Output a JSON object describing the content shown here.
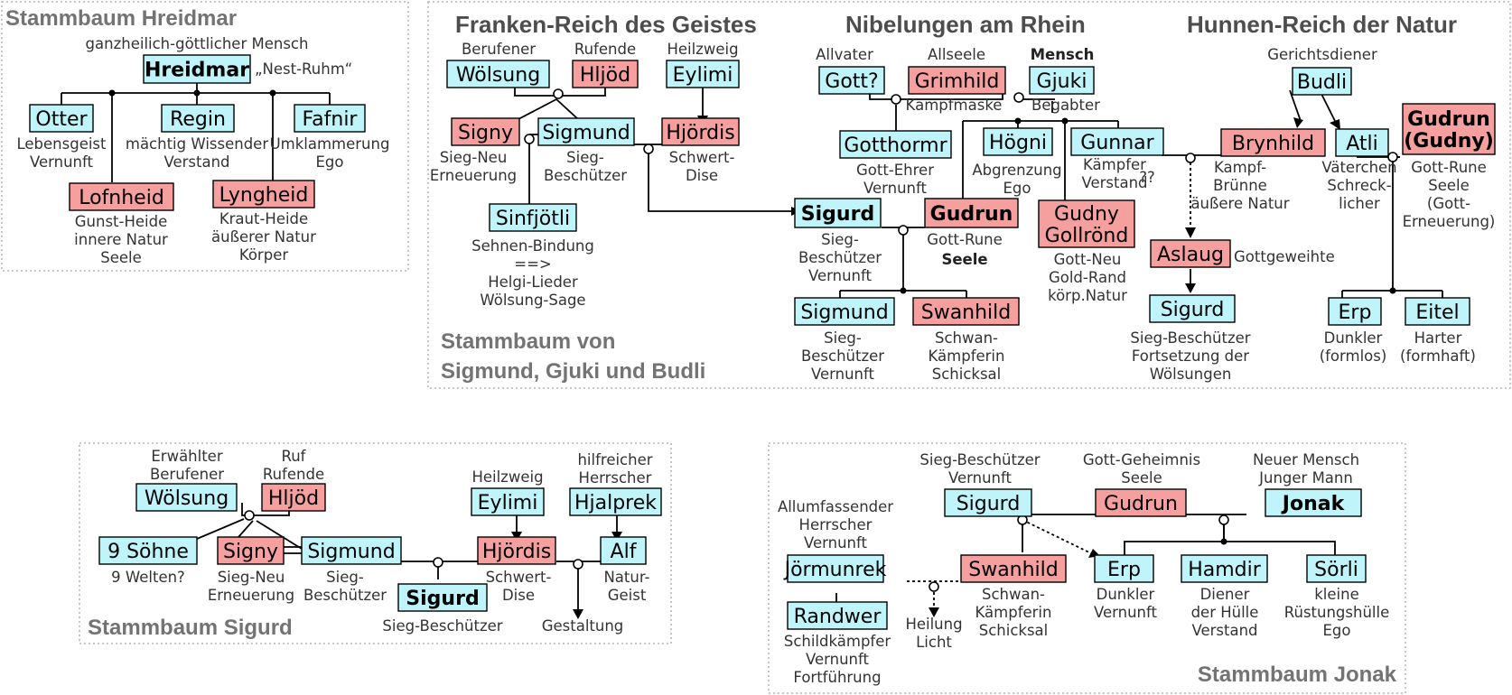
{
  "titles": {
    "hreidmar": "Stammbaum Hreidmar",
    "sigmund_1": "Stammbaum von",
    "sigmund_2": "Sigmund, Gjuki und Budli",
    "sigurd": "Stammbaum Sigurd",
    "jonak": "Stammbaum Jonak"
  },
  "sections": [
    "Franken-Reich des Geistes",
    "Nibelungen am Rhein",
    "Hunnen-Reich der Natur"
  ],
  "nodes": [
    {
      "id": "hreidmar",
      "label": "Hreidmar",
      "color": "blue",
      "bold": true
    },
    {
      "id": "otter",
      "label": "Otter",
      "color": "blue"
    },
    {
      "id": "regin",
      "label": "Regin",
      "color": "blue"
    },
    {
      "id": "fafnir",
      "label": "Fafnir",
      "color": "blue"
    },
    {
      "id": "lofnheid",
      "label": "Lofnheid",
      "color": "red"
    },
    {
      "id": "lyngheid",
      "label": "Lyngheid",
      "color": "red"
    },
    {
      "id": "wolsung1",
      "label": "Wölsung",
      "color": "blue"
    },
    {
      "id": "hljod1",
      "label": "Hljöd",
      "color": "red"
    },
    {
      "id": "eylimi1",
      "label": "Eylimi",
      "color": "blue"
    },
    {
      "id": "signy1",
      "label": "Signy",
      "color": "red"
    },
    {
      "id": "sigmund1",
      "label": "Sigmund",
      "color": "blue"
    },
    {
      "id": "hjordis1",
      "label": "Hjördis",
      "color": "red"
    },
    {
      "id": "sinfjotli",
      "label": "Sinfjötli",
      "color": "blue"
    },
    {
      "id": "gott",
      "label": "Gott?",
      "color": "blue"
    },
    {
      "id": "grimhild",
      "label": "Grimhild",
      "color": "red"
    },
    {
      "id": "gjuki",
      "label": "Gjuki",
      "color": "blue"
    },
    {
      "id": "gotthormr",
      "label": "Gotthormr",
      "color": "blue"
    },
    {
      "id": "hogni",
      "label": "Högni",
      "color": "blue"
    },
    {
      "id": "gunnar",
      "label": "Gunnar",
      "color": "blue"
    },
    {
      "id": "sigurd1",
      "label": "Sigurd",
      "color": "blue",
      "bold": true
    },
    {
      "id": "gudrun1",
      "label": "Gudrun",
      "color": "red",
      "bold": true
    },
    {
      "id": "gudny",
      "label": [
        "Gudny",
        "Gollrönd"
      ],
      "color": "red"
    },
    {
      "id": "sigmund2",
      "label": "Sigmund",
      "color": "blue"
    },
    {
      "id": "swanhild1",
      "label": "Swanhild",
      "color": "red"
    },
    {
      "id": "budli",
      "label": "Budli",
      "color": "blue"
    },
    {
      "id": "brynhild",
      "label": "Brynhild",
      "color": "red"
    },
    {
      "id": "atli",
      "label": "Atli",
      "color": "blue"
    },
    {
      "id": "gudrun2",
      "label": [
        "Gudrun",
        "(Gudny)"
      ],
      "color": "red",
      "bold": true
    },
    {
      "id": "aslaug",
      "label": "Aslaug",
      "color": "red"
    },
    {
      "id": "sigurd2",
      "label": "Sigurd",
      "color": "blue"
    },
    {
      "id": "erp1",
      "label": "Erp",
      "color": "blue"
    },
    {
      "id": "eitel",
      "label": "Eitel",
      "color": "blue"
    },
    {
      "id": "wolsung2",
      "label": "Wölsung",
      "color": "blue"
    },
    {
      "id": "hljod2",
      "label": "Hljöd",
      "color": "red"
    },
    {
      "id": "eylimi2",
      "label": "Eylimi",
      "color": "blue"
    },
    {
      "id": "hjalprek",
      "label": "Hjalprek",
      "color": "blue"
    },
    {
      "id": "sohne",
      "label": "9 Söhne",
      "color": "blue"
    },
    {
      "id": "signy2",
      "label": "Signy",
      "color": "red"
    },
    {
      "id": "sigmund3",
      "label": "Sigmund",
      "color": "blue"
    },
    {
      "id": "hjordis2",
      "label": "Hjördis",
      "color": "red"
    },
    {
      "id": "alf",
      "label": "Alf",
      "color": "blue"
    },
    {
      "id": "sigurd3",
      "label": "Sigurd",
      "color": "blue",
      "bold": true
    },
    {
      "id": "sigurd4",
      "label": "Sigurd",
      "color": "blue"
    },
    {
      "id": "gudrun3",
      "label": "Gudrun",
      "color": "red"
    },
    {
      "id": "jonak",
      "label": "Jonak",
      "color": "blue",
      "bold": true
    },
    {
      "id": "jormunrek",
      "label": "Jörmunrek",
      "color": "blue"
    },
    {
      "id": "swanhild2",
      "label": "Swanhild",
      "color": "red"
    },
    {
      "id": "erp2",
      "label": "Erp",
      "color": "blue"
    },
    {
      "id": "hamdir",
      "label": "Hamdir",
      "color": "blue"
    },
    {
      "id": "sorli",
      "label": "Sörli",
      "color": "blue"
    },
    {
      "id": "randwer",
      "label": "Randwer",
      "color": "blue"
    }
  ],
  "captions": [
    {
      "id": "hreidmar_top",
      "text": "ganzheilich-göttlicher Mensch"
    },
    {
      "id": "nest_ruhm",
      "text": "„Nest-Ruhm“"
    },
    {
      "id": "otter_c",
      "text": [
        "Lebensgeist",
        "Vernunft"
      ]
    },
    {
      "id": "regin_c",
      "text": [
        "mächtig Wissender",
        "Verstand"
      ]
    },
    {
      "id": "fafnir_c",
      "text": [
        "Umklammerung",
        "Ego"
      ]
    },
    {
      "id": "lofnheid_c",
      "text": [
        "Gunst-Heide",
        "innere Natur",
        "Seele"
      ]
    },
    {
      "id": "lyngheid_c",
      "text": [
        "Kraut-Heide",
        "äußerer Natur",
        "Körper"
      ]
    },
    {
      "id": "wolsung1_t",
      "text": "Berufener"
    },
    {
      "id": "hljod1_t",
      "text": "Rufende"
    },
    {
      "id": "eylimi1_t",
      "text": "Heilzweig"
    },
    {
      "id": "signy1_c",
      "text": [
        "Sieg-Neu",
        "Erneuerung"
      ]
    },
    {
      "id": "sigmund1_c",
      "text": [
        "Sieg-",
        "Beschützer"
      ]
    },
    {
      "id": "hjordis1_c",
      "text": [
        "Schwert-",
        "Dise"
      ]
    },
    {
      "id": "sinfjotli_c",
      "text": [
        "Sehnen-Bindung",
        "==>",
        "Helgi-Lieder",
        "Wölsung-Sage"
      ]
    },
    {
      "id": "gott_t",
      "text": "Allvater"
    },
    {
      "id": "grimhild_t",
      "text": "Allseele"
    },
    {
      "id": "gjuki_t",
      "text": "Mensch",
      "bold": true
    },
    {
      "id": "kampfmaske",
      "text": "Kampfmaske"
    },
    {
      "id": "begabter",
      "text": "Begabter"
    },
    {
      "id": "gotthormr_c",
      "text": [
        "Gott-Ehrer",
        "Vernunft"
      ]
    },
    {
      "id": "hogni_c",
      "text": [
        "Abgrenzung",
        "Ego"
      ]
    },
    {
      "id": "gunnar_c",
      "text": [
        "Kämpfer",
        "Verstand"
      ]
    },
    {
      "id": "sigurd1_c",
      "text": [
        "Sieg-",
        "Beschützer",
        "Vernunft"
      ]
    },
    {
      "id": "gudrun1_c1",
      "text": "Gott-Rune"
    },
    {
      "id": "gudrun1_c2",
      "text": "Seele",
      "bold": true
    },
    {
      "id": "gudny_c",
      "text": [
        "Gott-Neu",
        "Gold-Rand",
        "körp.Natur"
      ]
    },
    {
      "id": "sigmund2_c",
      "text": [
        "Sieg-",
        "Beschützer",
        "Vernunft"
      ]
    },
    {
      "id": "swanhild1_c",
      "text": [
        "Schwan-",
        "Kämpferin",
        "Schicksal"
      ]
    },
    {
      "id": "question",
      "text": "??"
    },
    {
      "id": "budli_t",
      "text": "Gerichtsdiener"
    },
    {
      "id": "brynhild_c",
      "text": [
        "Kampf-",
        "Brünne",
        "äußere Natur"
      ]
    },
    {
      "id": "atli_c",
      "text": [
        "Väterchen",
        "Schreck-",
        "licher"
      ]
    },
    {
      "id": "gudrun2_c",
      "text": [
        "Gott-Rune",
        "Seele",
        "(Gott-",
        "Erneuerung)"
      ]
    },
    {
      "id": "aslaug_c",
      "text": "Gottgeweihte"
    },
    {
      "id": "sigurd2_c",
      "text": [
        "Sieg-Beschützer",
        "Fortsetzung der",
        "Wölsungen"
      ]
    },
    {
      "id": "erp1_c",
      "text": [
        "Dunkler",
        "(formlos)"
      ]
    },
    {
      "id": "eitel_c",
      "text": [
        "Harter",
        "(formhaft)"
      ]
    },
    {
      "id": "wolsung2_t",
      "text": [
        "Erwählter",
        "Berufener"
      ]
    },
    {
      "id": "hljod2_t",
      "text": [
        "Ruf",
        "Rufende"
      ]
    },
    {
      "id": "eylimi2_t",
      "text": "Heilzweig"
    },
    {
      "id": "hjalprek_t",
      "text": [
        "hilfreicher",
        "Herrscher"
      ]
    },
    {
      "id": "sohne_c",
      "text": "9 Welten?"
    },
    {
      "id": "signy2_c",
      "text": [
        "Sieg-Neu",
        "Erneuerung"
      ]
    },
    {
      "id": "sigmund3_c",
      "text": [
        "Sieg-",
        "Beschützer"
      ]
    },
    {
      "id": "hjordis2_c",
      "text": [
        "Schwert-",
        "Dise"
      ]
    },
    {
      "id": "alf_c",
      "text": [
        "Natur-",
        "Geist"
      ]
    },
    {
      "id": "sigurd3_c",
      "text": "Sieg-Beschützer"
    },
    {
      "id": "gestaltung",
      "text": "Gestaltung"
    },
    {
      "id": "sigurd4_t",
      "text": [
        "Sieg-Beschützer",
        "Vernunft"
      ]
    },
    {
      "id": "gudrun3_t",
      "text": [
        "Gott-Geheimnis",
        "Seele"
      ]
    },
    {
      "id": "jonak_t",
      "text": [
        "Neuer Mensch",
        "Junger Mann"
      ]
    },
    {
      "id": "jormunrek_t",
      "text": [
        "Allumfassender",
        "Herrscher",
        "Vernunft"
      ]
    },
    {
      "id": "swanhild2_c",
      "text": [
        "Schwan-",
        "Kämpferin",
        "Schicksal"
      ]
    },
    {
      "id": "erp2_c",
      "text": [
        "Dunkler",
        "Vernunft"
      ]
    },
    {
      "id": "hamdir_c",
      "text": [
        "Diener",
        "der Hülle",
        "Verstand"
      ]
    },
    {
      "id": "sorli_c",
      "text": [
        "kleine",
        "Rüstungshülle",
        "Ego"
      ]
    },
    {
      "id": "randwer_c",
      "text": [
        "Schildkämpfer",
        "Vernunft",
        "Fortführung"
      ]
    },
    {
      "id": "heilung",
      "text": [
        "Heilung",
        "Licht"
      ]
    }
  ]
}
